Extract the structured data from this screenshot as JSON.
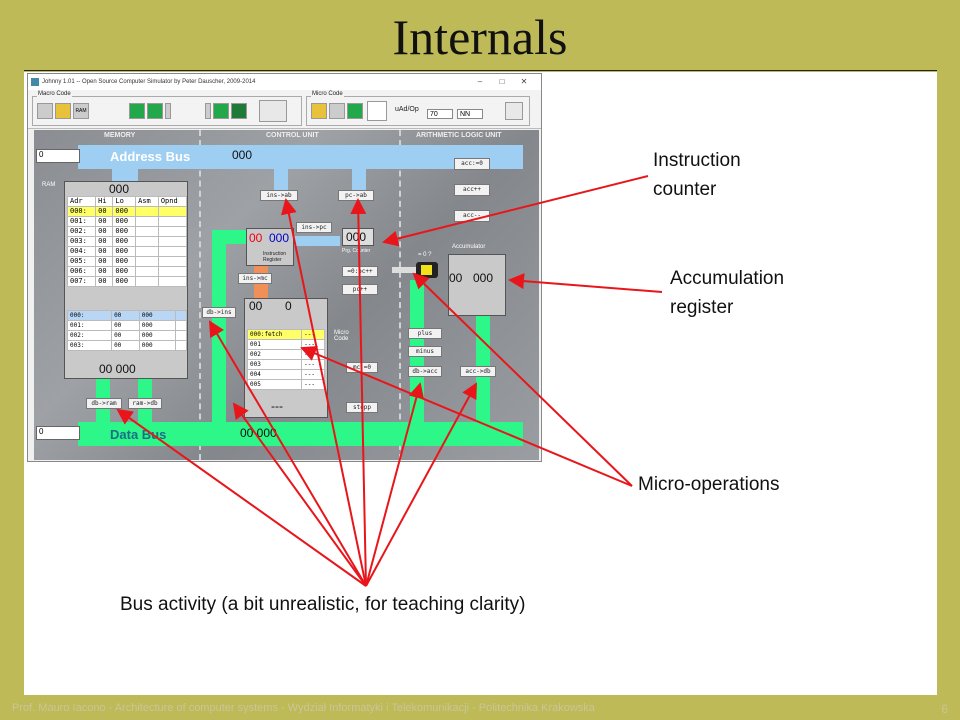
{
  "slide": {
    "title": "Internals",
    "footer": "Prof. Mauro Iacono - Architecture of computer systems - Wydział Informatyki i Telekomunikacji - Politechnika Krakowska",
    "page_number": "6"
  },
  "window": {
    "title": "Johnny 1.01 -- Open Source Computer Simulator by Peter Dauscher, 2009-2014",
    "controls": [
      "–",
      "□",
      "✕"
    ],
    "toolbar": {
      "macro_code_label": "Macro Code",
      "micro_code_label": "Micro Code",
      "ram_label": "RAM",
      "uad_label": "uAd/Op",
      "uad_value": "70",
      "nn_value": "NN"
    }
  },
  "sections": {
    "memory": "MEMORY",
    "control_unit": "CONTROL UNIT",
    "alu": "ARITHMETIC LOGIC UNIT"
  },
  "address_bus": {
    "label": "Address Bus",
    "input": "0",
    "value": "000"
  },
  "data_bus": {
    "label": "Data Bus",
    "input": "0",
    "value": "00 000"
  },
  "ram": {
    "label": "RAM",
    "top_value": "000",
    "columns": [
      "Adr",
      "Hi",
      "Lo",
      "Asm",
      "Opnd"
    ],
    "rows": [
      [
        "000:",
        "00",
        "000"
      ],
      [
        "001:",
        "00",
        "000"
      ],
      [
        "002:",
        "00",
        "000"
      ],
      [
        "003:",
        "00",
        "000"
      ],
      [
        "004:",
        "00",
        "000"
      ],
      [
        "005:",
        "00",
        "000"
      ],
      [
        "006:",
        "00",
        "000"
      ],
      [
        "007:",
        "00",
        "000"
      ]
    ],
    "rows2": [
      [
        "000:",
        "00",
        "000"
      ],
      [
        "001:",
        "00",
        "000"
      ],
      [
        "002:",
        "00",
        "000"
      ],
      [
        "003:",
        "00",
        "000"
      ]
    ],
    "bottom_value": "00 000",
    "db_ram": "db->ram",
    "ram_db": "ram->db"
  },
  "control": {
    "ins_ab": "ins->ab",
    "pc_ab": "pc->ab",
    "ins_pc": "ins->pc",
    "ins_mc": "ins->mc",
    "db_ins": "db->ins",
    "ir_hi": "00",
    "ir_lo": "000",
    "ir_label": "Instruction Register",
    "pc_value": "000",
    "pc_label": "Prg. Counter",
    "pc_reset": "=0:pc++",
    "pc_inc": "pc++",
    "mc_hi": "00",
    "mc_lo": "0",
    "micro_code_label": "Micro Code",
    "mc_rows": [
      [
        "000:fetch",
        "---"
      ],
      [
        "001",
        "---"
      ],
      [
        "002",
        "---"
      ],
      [
        "003",
        "---"
      ],
      [
        "004",
        "---"
      ],
      [
        "005",
        "---"
      ]
    ],
    "mc_bottom": "---",
    "mc_eq0": "mc:=0",
    "stopp": "stopp"
  },
  "alu": {
    "acc_zero": "acc:=0",
    "acc_inc": "acc++",
    "acc_dec": "acc--",
    "accumulator_label": "Accumulator",
    "test_label": "= 0 ?",
    "acc_hi": "00",
    "acc_lo": "000",
    "plus": "plus",
    "minus": "minus",
    "db_acc": "db->acc",
    "acc_db": "acc->db"
  },
  "callouts": {
    "instruction_counter": [
      "Instruction",
      "counter"
    ],
    "accumulation_register": [
      "Accumulation",
      "register"
    ],
    "micro_operations": "Micro-operations",
    "bus_activity": "Bus activity (a bit unrealistic, for teaching clarity)"
  },
  "colors": {
    "slide_bg": "#BDBA57",
    "arrow": "#E8161B",
    "address_bus": "#9ECFF2",
    "data_bus": "#2EF78A",
    "selection": "#FFFF66"
  }
}
